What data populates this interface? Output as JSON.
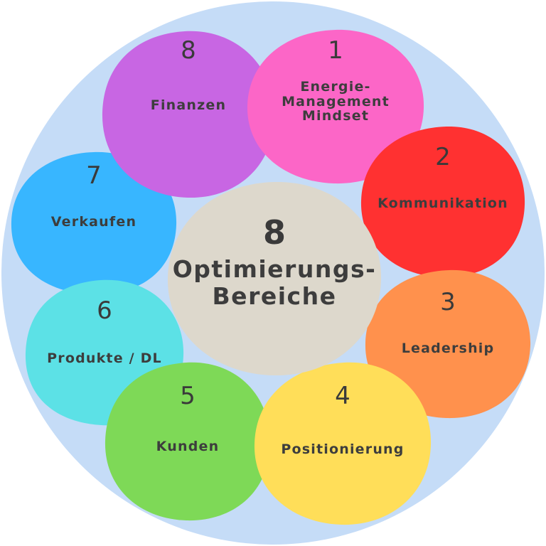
{
  "center": {
    "number": "8",
    "label": "Optimierungs-\nBereiche",
    "color": "#ddd8cc"
  },
  "ring_color": "#c5dcf7",
  "areas": [
    {
      "number": "8",
      "label": "Finanzen",
      "color": "#c866e3"
    },
    {
      "number": "1",
      "label": "Energie-\nManagement\nMindset",
      "color": "#fc66c7"
    },
    {
      "number": "2",
      "label": "Kommunikation",
      "color": "#ff3131"
    },
    {
      "number": "3",
      "label": "Leadership",
      "color": "#ff914d"
    },
    {
      "number": "4",
      "label": "Positionierung",
      "color": "#ffde59"
    },
    {
      "number": "5",
      "label": "Kunden",
      "color": "#7ed957"
    },
    {
      "number": "6",
      "label": "Produkte / DL",
      "color": "#5ce1e6"
    },
    {
      "number": "7",
      "label": "Verkaufen",
      "color": "#38b6ff"
    }
  ]
}
